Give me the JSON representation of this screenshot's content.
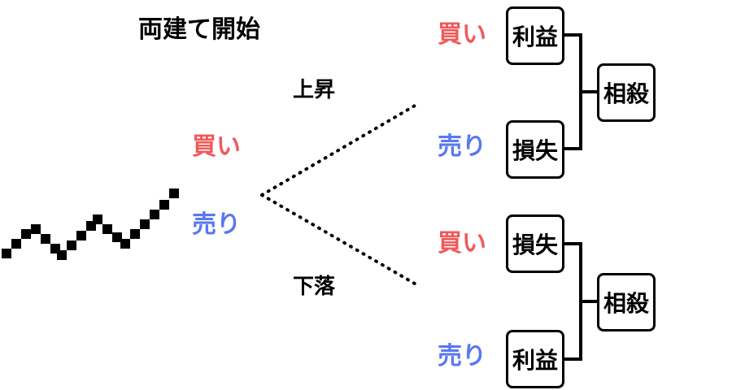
{
  "title": "両建て開始",
  "entry": {
    "buy": "買い",
    "sell": "売り"
  },
  "branches": [
    {
      "label": "上昇",
      "rows": [
        {
          "side": "買い",
          "result": "利益"
        },
        {
          "side": "売り",
          "result": "損失"
        }
      ],
      "offset": "相殺"
    },
    {
      "label": "下落",
      "rows": [
        {
          "side": "買い",
          "result": "損失"
        },
        {
          "side": "売り",
          "result": "利益"
        }
      ],
      "offset": "相殺"
    }
  ],
  "colors": {
    "buy": "#f05a5a",
    "sell": "#5a78f0",
    "ink": "#000000"
  }
}
